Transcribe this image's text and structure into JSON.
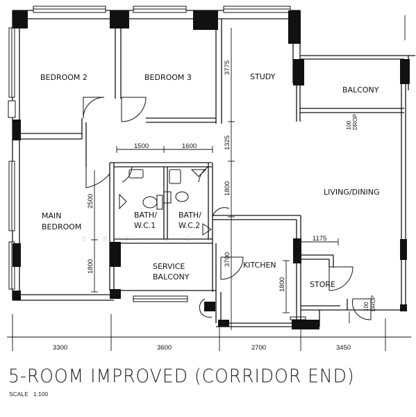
{
  "rooms": {
    "bedroom2": "BEDROOM 2",
    "bedroom3": "BEDROOM 3",
    "study": "STUDY",
    "balcony": "BALCONY",
    "main_bedroom_line1": "MAIN",
    "main_bedroom_line2": "BEDROOM",
    "bath1_line1": "BATH/",
    "bath1_line2": "W.C.1",
    "bath2_line1": "BATH/",
    "bath2_line2": "W.C.2",
    "living_dining": "LIVING/DINING",
    "service_balcony_line1": "SERVICE",
    "service_balcony_line2": "BALCONY",
    "kitchen": "KITCHEN",
    "store": "STORE"
  },
  "dimensions": {
    "top_1500": "1500",
    "top_1600": "1600",
    "v_3775": "3775",
    "v_1325": "1325",
    "v_1800_center": "1800",
    "v_3700": "3700",
    "v_2500": "2500",
    "v_1800_left": "1800",
    "v_1800_kitchen": "1800",
    "h_1175": "1175",
    "bottom_3300": "3300",
    "bottom_3600": "3600",
    "bottom_2700": "2700",
    "bottom_3450": "3450"
  },
  "drops": {
    "balcony_drop_1": "100",
    "balcony_drop_2": "DROP",
    "store_drop_1": "100",
    "store_drop_2": "DROP"
  },
  "watermark": "SRX.LCU",
  "title": "5-ROOM IMPROVED (CORRIDOR END)",
  "scale_label": "SCALE",
  "scale_value": "1:100"
}
